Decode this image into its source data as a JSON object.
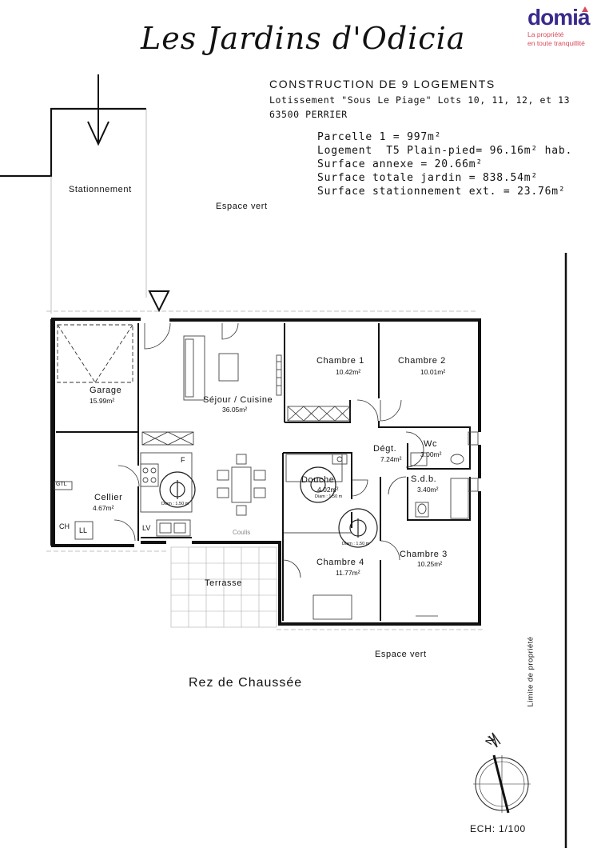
{
  "project_title": "Les Jardins d'Odicia",
  "logo": {
    "name": "domia",
    "tagline_line1": "La propriété",
    "tagline_line2": "en toute tranquillité",
    "brand_color": "#3a2a8c",
    "accent_color": "#d84a5a"
  },
  "header": {
    "main": "CONSTRUCTION DE 9 LOGEMENTS",
    "subdivision": "Lotissement \"Sous Le Piage\" Lots 10, 11, 12, et 13",
    "city": "63500 PERRIER"
  },
  "specs": [
    "Parcelle 1 = 997m²",
    "Logement  T5 Plain-pied= 96.16m² hab.",
    "Surface annexe = 20.66m²",
    "Surface totale jardin = 838.54m²",
    "Surface stationnement ext. = 23.76m²"
  ],
  "outdoor_labels": {
    "stationnement": "Stationnement",
    "espace_vert_top": "Espace vert",
    "espace_vert_bottom": "Espace vert",
    "terrasse": "Terrasse",
    "limite": "Limite de propriété"
  },
  "rooms": {
    "garage": {
      "name": "Garage",
      "area": "15.99m²"
    },
    "sejour": {
      "name": "Séjour / Cuisine",
      "area": "36.05m²"
    },
    "chambre1": {
      "name": "Chambre 1",
      "area": "10.42m²"
    },
    "chambre2": {
      "name": "Chambre 2",
      "area": "10.01m²"
    },
    "degt": {
      "name": "Dégt.",
      "area": "7.24m²"
    },
    "wc": {
      "name": "Wc",
      "area": "3.00m²"
    },
    "cellier": {
      "name": "Cellier",
      "area": "4.67m²"
    },
    "douche": {
      "name": "Douche",
      "area": "4.02m²"
    },
    "sdb": {
      "name": "S.d.b.",
      "area": "3.40m²"
    },
    "chambre4": {
      "name": "Chambre 4",
      "area": "11.77m²"
    },
    "chambre3": {
      "name": "Chambre 3",
      "area": "10.25m²"
    }
  },
  "fixtures": {
    "gtl": "GTL",
    "ch": "CH",
    "ll": "LL",
    "lv": "LV",
    "f": "F",
    "coulis": "Coulis",
    "diam1": "Diam : 1.50 m",
    "diam2": "Diam : 1.50 m",
    "diam3": "Diam : 1.50 m"
  },
  "level": "Rez de Chaussée",
  "compass_letter": "N",
  "scale": "ECH: 1/100"
}
